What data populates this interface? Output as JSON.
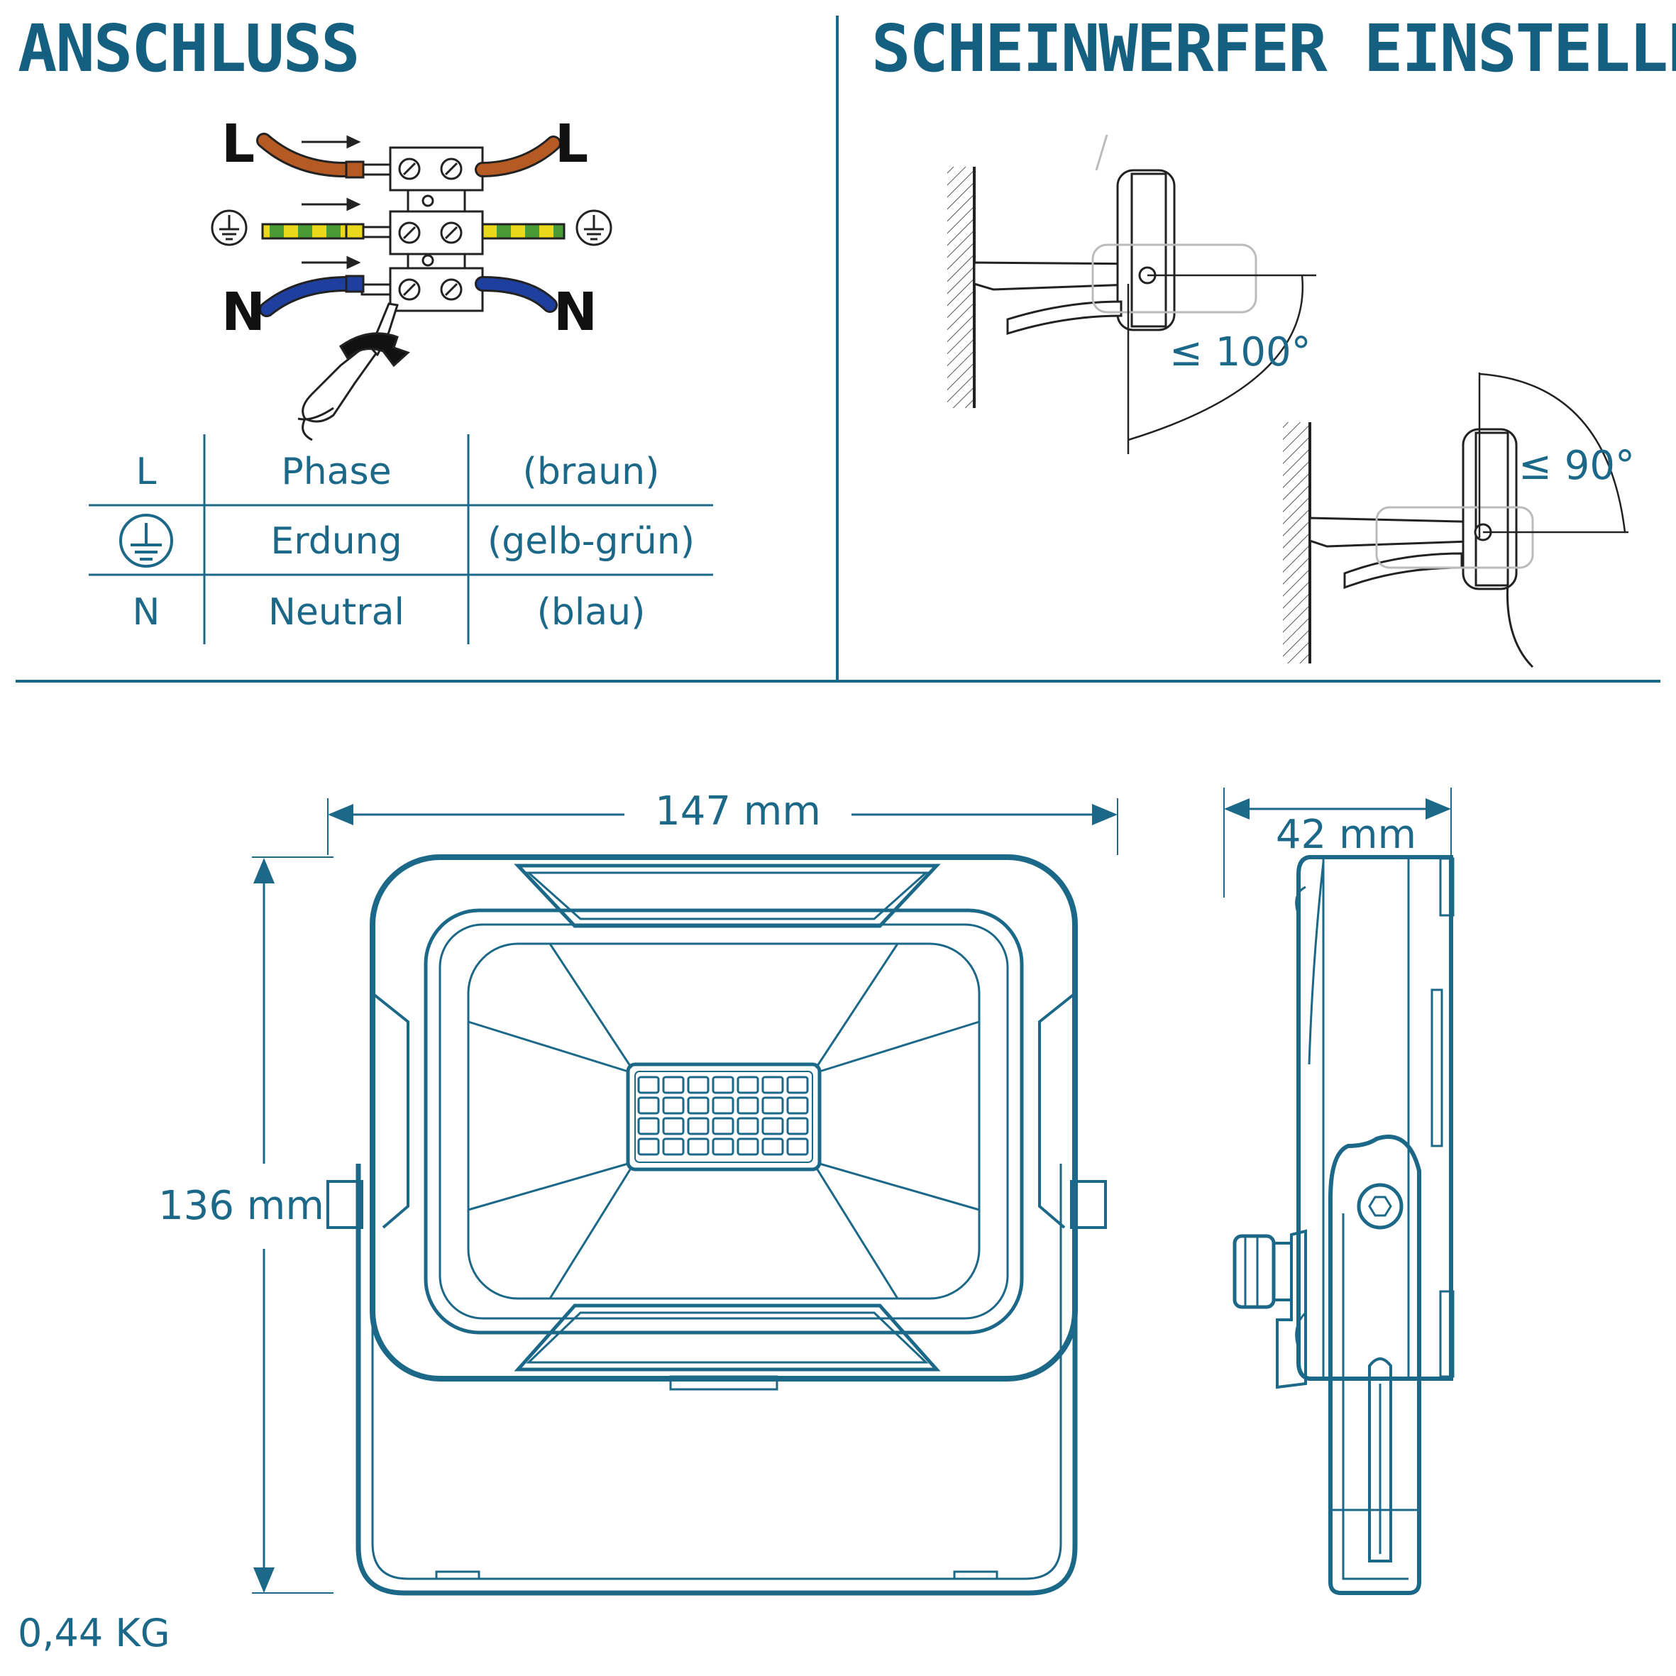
{
  "sections": {
    "connection_title": "ANSCHLUSS",
    "adjust_title": "SCHEINWERFER EINSTELLEN"
  },
  "wiring": {
    "left_L": "L",
    "right_L": "L",
    "left_N": "N",
    "right_N": "N"
  },
  "legend": [
    {
      "code": "L",
      "name": "Phase",
      "color_name": "(braun)",
      "earth_symbol": false
    },
    {
      "code": "",
      "name": "Erdung",
      "color_name": "(gelb-grün)",
      "earth_symbol": true
    },
    {
      "code": "N",
      "name": "Neutral",
      "color_name": "(blau)",
      "earth_symbol": false
    }
  ],
  "angles": {
    "first": "≤ 100°",
    "second": "≤ 90°"
  },
  "dimensions": {
    "width": "147 mm",
    "height": "136 mm",
    "depth": "42 mm",
    "weight": "0,44 KG"
  },
  "colors": {
    "brand": "#155f80",
    "line": "#1c6888",
    "brown": "#b45a22",
    "blue": "#1f3f9e",
    "yellow": "#e9d81c",
    "green": "#4a9a35"
  }
}
